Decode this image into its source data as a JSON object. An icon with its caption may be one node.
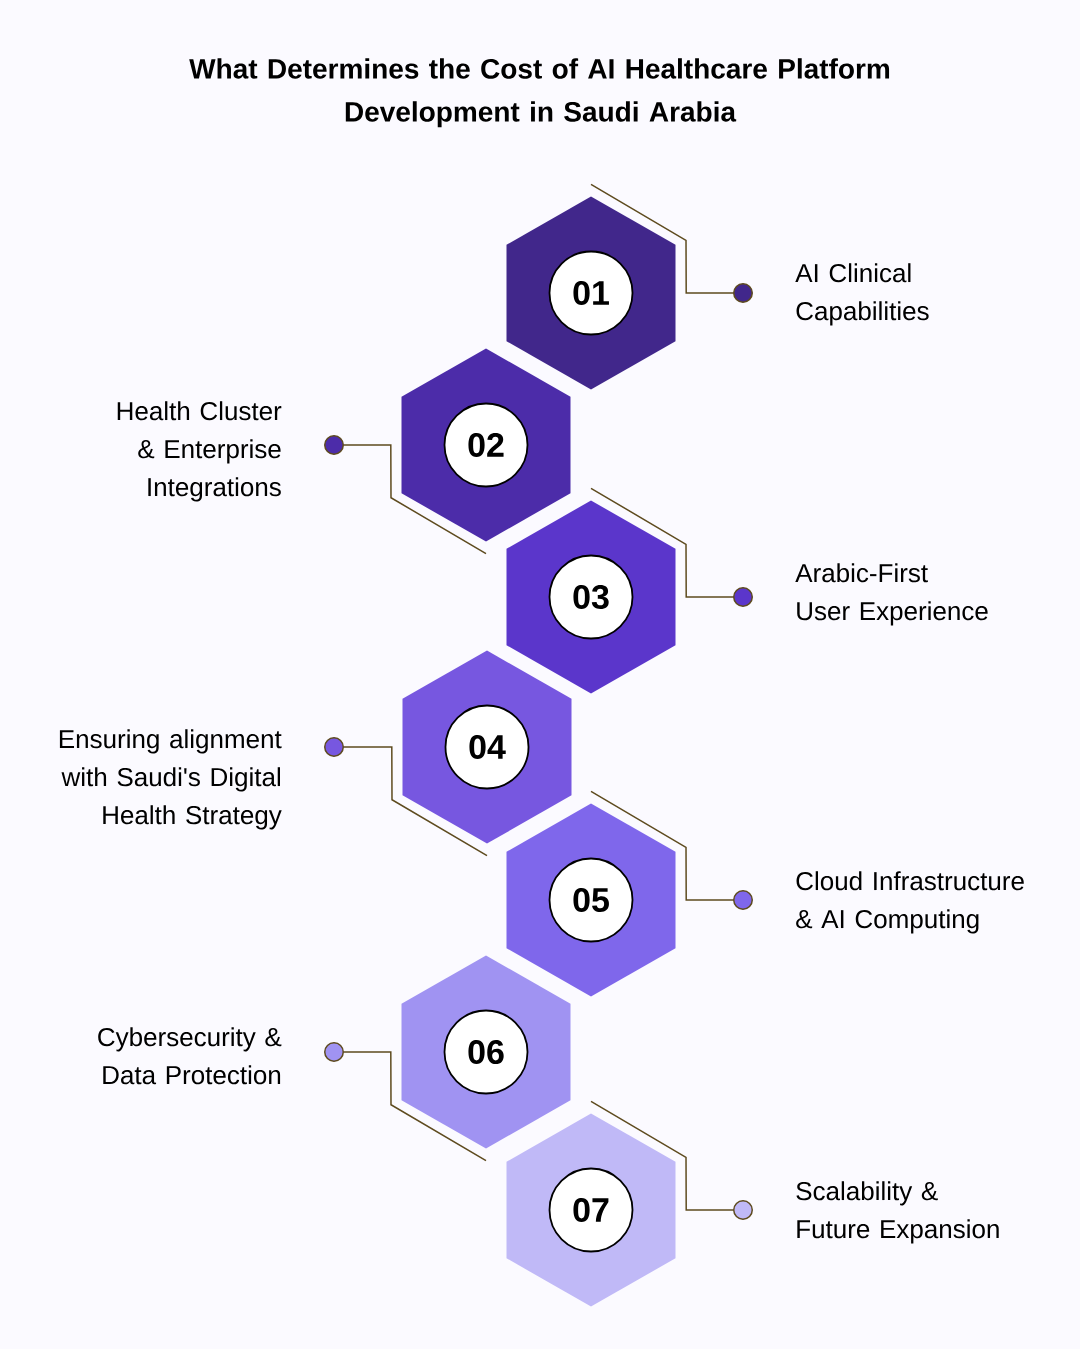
{
  "diagram": {
    "title": "What Determines the Cost of AI Healthcare Platform Development in Saudi Arabia",
    "nodes": [
      {
        "text": [],
        "shape": "hexagon"
      },
      {
        "text": [
          "01"
        ],
        "in": 0
      },
      {
        "text": [
          "AI Clinical Capabilities"
        ]
      },
      {
        "text": [],
        "shape": "hexagon"
      },
      {
        "text": [
          "02"
        ],
        "in": 3
      },
      {
        "text": [
          "Health Cluster & Enterprise Integrations"
        ]
      },
      {
        "text": [],
        "shape": "hexagon"
      },
      {
        "text": [
          "03"
        ],
        "in": 6
      },
      {
        "text": [
          "Arabic-First User Experience"
        ]
      },
      {
        "text": [],
        "shape": "hexagon"
      },
      {
        "text": [
          "04"
        ],
        "in": 9
      },
      {
        "text": [
          "Ensuring alignment with Saudi's Digital Health Strategy"
        ]
      },
      {
        "text": [],
        "shape": "hexagon"
      },
      {
        "text": [
          "05"
        ],
        "in": 12
      },
      {
        "text": [
          "Cloud Infrastructure & AI Computing"
        ]
      },
      {
        "text": [],
        "shape": "hexagon"
      },
      {
        "text": [
          "06"
        ],
        "in": 15
      },
      {
        "text": [
          "Cybersecurity & Data Protection"
        ]
      },
      {
        "text": [],
        "shape": "hexagon"
      },
      {
        "text": [
          "07"
        ],
        "in": 18
      },
      {
        "text": [
          "Scalability & Future Expansion"
        ]
      }
    ],
    "edges": [
      {
        "from": 0,
        "to": 2,
        "arrow": "other"
      },
      {
        "from": 3,
        "to": 5,
        "arrow": "other"
      },
      {
        "from": 6,
        "to": 8,
        "arrow": "other"
      },
      {
        "from": 9,
        "to": 11,
        "arrow": "other"
      },
      {
        "from": 12,
        "to": 14,
        "arrow": "other"
      },
      {
        "from": 15,
        "to": 17,
        "arrow": "other"
      },
      {
        "from": 18,
        "to": 20,
        "arrow": "other"
      }
    ]
  }
}
